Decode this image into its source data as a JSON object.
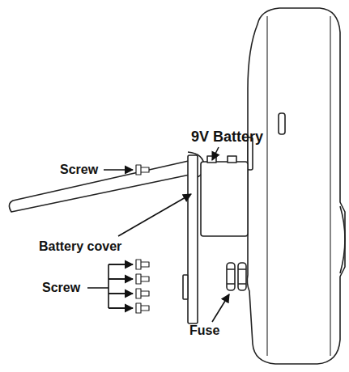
{
  "diagram": {
    "labels": [
      "Screw",
      "9V Battery",
      "Battery cover",
      "Screw",
      "Fuse"
    ]
  }
}
